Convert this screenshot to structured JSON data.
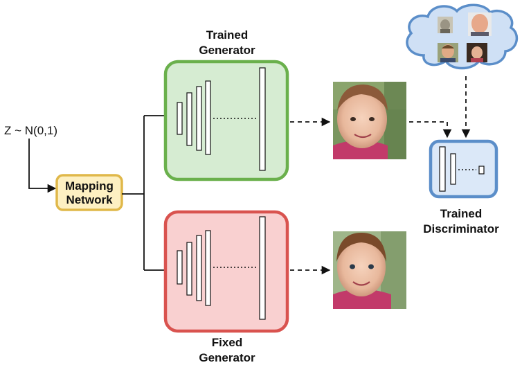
{
  "labels": {
    "trained_generator_line1": "Trained",
    "trained_generator_line2": "Generator",
    "fixed_generator_line1": "Fixed",
    "fixed_generator_line2": "Generator",
    "mapping_line1": "Mapping",
    "mapping_line2": "Network",
    "noise_input": "Z ~ N(0,1)",
    "discriminator_line1": "Trained",
    "discriminator_line2": "Discriminator"
  },
  "colors": {
    "trained_generator_fill": "#d6ecd2",
    "trained_generator_stroke": "#6ab04c",
    "fixed_generator_fill": "#f9d0d0",
    "fixed_generator_stroke": "#d9534f",
    "mapping_fill": "#fdf0c2",
    "mapping_stroke": "#e0b84a",
    "discriminator_fill": "#dbe8f8",
    "discriminator_stroke": "#5b8ec9",
    "cloud_fill": "#cfe0f5",
    "cloud_stroke": "#5b8ec9"
  },
  "icons": {
    "generated_face_trained": "child-face-photo",
    "generated_face_fixed": "child-face-photo",
    "real_faces": [
      "elderly-man-photo",
      "bald-man-photo",
      "young-man-photo",
      "woman-photo"
    ]
  }
}
